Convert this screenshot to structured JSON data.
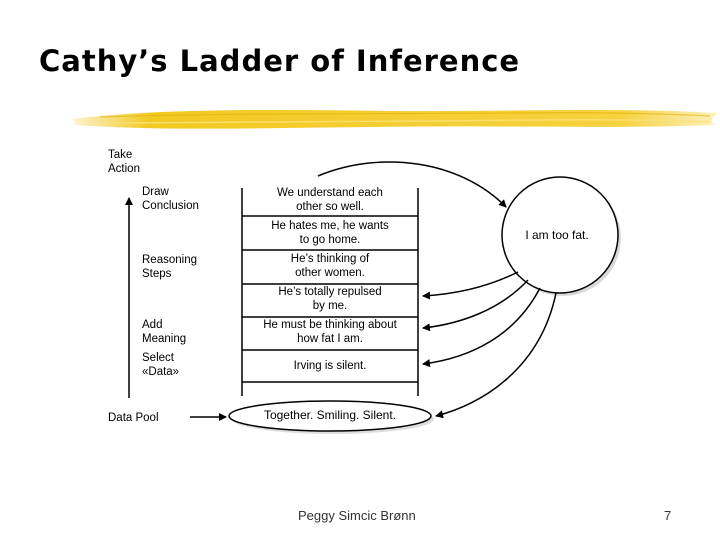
{
  "title": "Cathy’s Ladder of Inference",
  "left_labels": {
    "take_action": "Take\nAction",
    "draw_conclusion": "Draw\nConclusion",
    "reasoning_steps": "Reasoning\nSteps",
    "add_meaning": "Add\nMeaning",
    "select_data": "Select\n«Data»",
    "data_pool": "Data Pool"
  },
  "rungs": [
    "We understand each\nother so well.",
    "He hates me, he wants\nto go home.",
    "He’s thinking of\nother women.",
    "He’s totally repulsed\nby me.",
    "He must be thinking about\nhow fat I am.",
    "Irving is silent."
  ],
  "circle_text": "I am too fat.",
  "data_pool_text": "Together. Smiling. Silent.",
  "footer": {
    "presenter": "Peggy Simcic Brønn",
    "page": "7"
  },
  "colors": {
    "accent_stroke": "#f2c617",
    "ink": "#000000"
  }
}
